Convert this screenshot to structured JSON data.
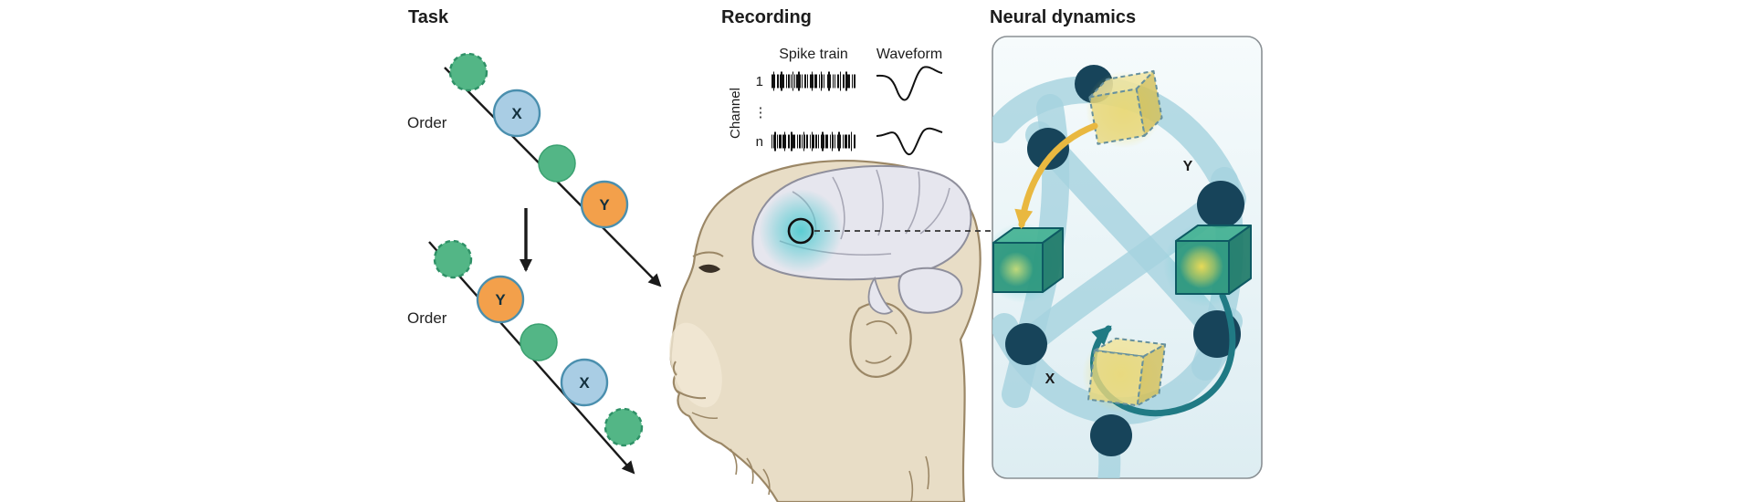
{
  "panels": {
    "task": {
      "title": "Task",
      "sequence_top": {
        "order_label": "Order",
        "item_x": "X",
        "item_y": "Y"
      },
      "sequence_bottom": {
        "order_label": "Order",
        "item_x": "X",
        "item_y": "Y"
      }
    },
    "recording": {
      "title": "Recording",
      "spike_train_label": "Spike train",
      "waveform_label": "Waveform",
      "channel_axis_label": "Channel",
      "channel_first": "1",
      "channel_ellipsis": "⋮",
      "channel_last": "n"
    },
    "neural_dynamics": {
      "title": "Neural dynamics",
      "label_y": "Y",
      "label_x": "X"
    }
  },
  "colors": {
    "green": "#53b686",
    "green-edge": "#2f9167",
    "blue-fill": "#a9cde4",
    "orange-fill": "#f3a04b",
    "circle-ring": "#4a8fae",
    "arrow-black": "#1a1a1a",
    "node-teal": "#17445a",
    "band-blue": "#a5d2df",
    "panel-stroke": "#8a9094",
    "cube-yellow": "#e7d77d",
    "cube-green": "#2a967b",
    "arrow-yellow": "#e9b840",
    "arrow-teal": "#207a84",
    "glow-teal": "#54cbd1",
    "monkey-skin": "#e8ddc6",
    "monkey-line": "#9b8766",
    "brain-fill": "#e6e6ee",
    "brain-line": "#8f8f9c"
  }
}
